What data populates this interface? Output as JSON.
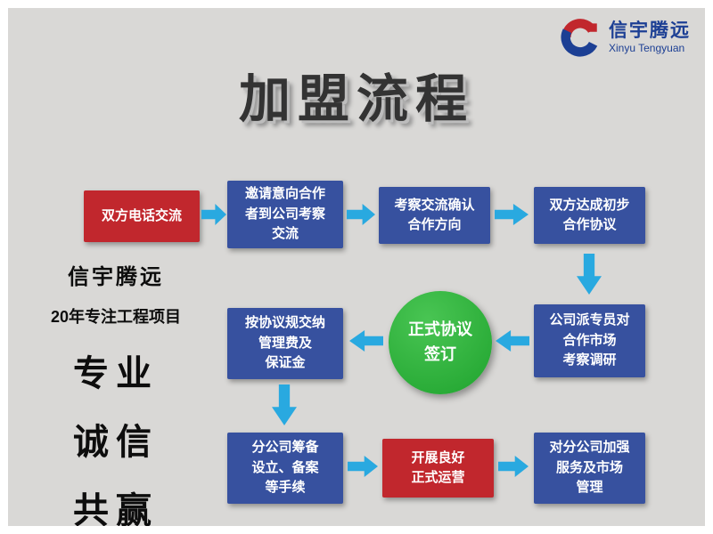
{
  "colors": {
    "red": "#c1272d",
    "blue": "#37519f",
    "green": "#2fb13c",
    "arrow": "#29a9e0",
    "logo-blue": "#1c3f94"
  },
  "logo": {
    "name_cn": "信宇腾远",
    "name_en": "Xinyu Tengyuan"
  },
  "title": "加盟流程",
  "left_panel": {
    "brand": "信宇腾远",
    "tagline": "20年专注工程项目",
    "values": [
      "专业",
      "诚信",
      "共赢"
    ]
  },
  "flow": {
    "steps": [
      {
        "label": "双方电话交流",
        "style": "red"
      },
      {
        "label": "邀请意向合作\n者到公司考察\n交流",
        "style": "blue"
      },
      {
        "label": "考察交流确认\n合作方向",
        "style": "blue"
      },
      {
        "label": "双方达成初步\n合作协议",
        "style": "blue"
      },
      {
        "label": "公司派专员对\n合作市场\n考察调研",
        "style": "blue"
      },
      {
        "label": "正式协议\n签订",
        "style": "green-circle"
      },
      {
        "label": "按协议规交纳\n管理费及\n保证金",
        "style": "blue"
      },
      {
        "label": "分公司筹备\n设立、备案\n等手续",
        "style": "blue"
      },
      {
        "label": "开展良好\n正式运营",
        "style": "red"
      },
      {
        "label": "对分公司加强\n服务及市场\n管理",
        "style": "blue"
      }
    ]
  }
}
